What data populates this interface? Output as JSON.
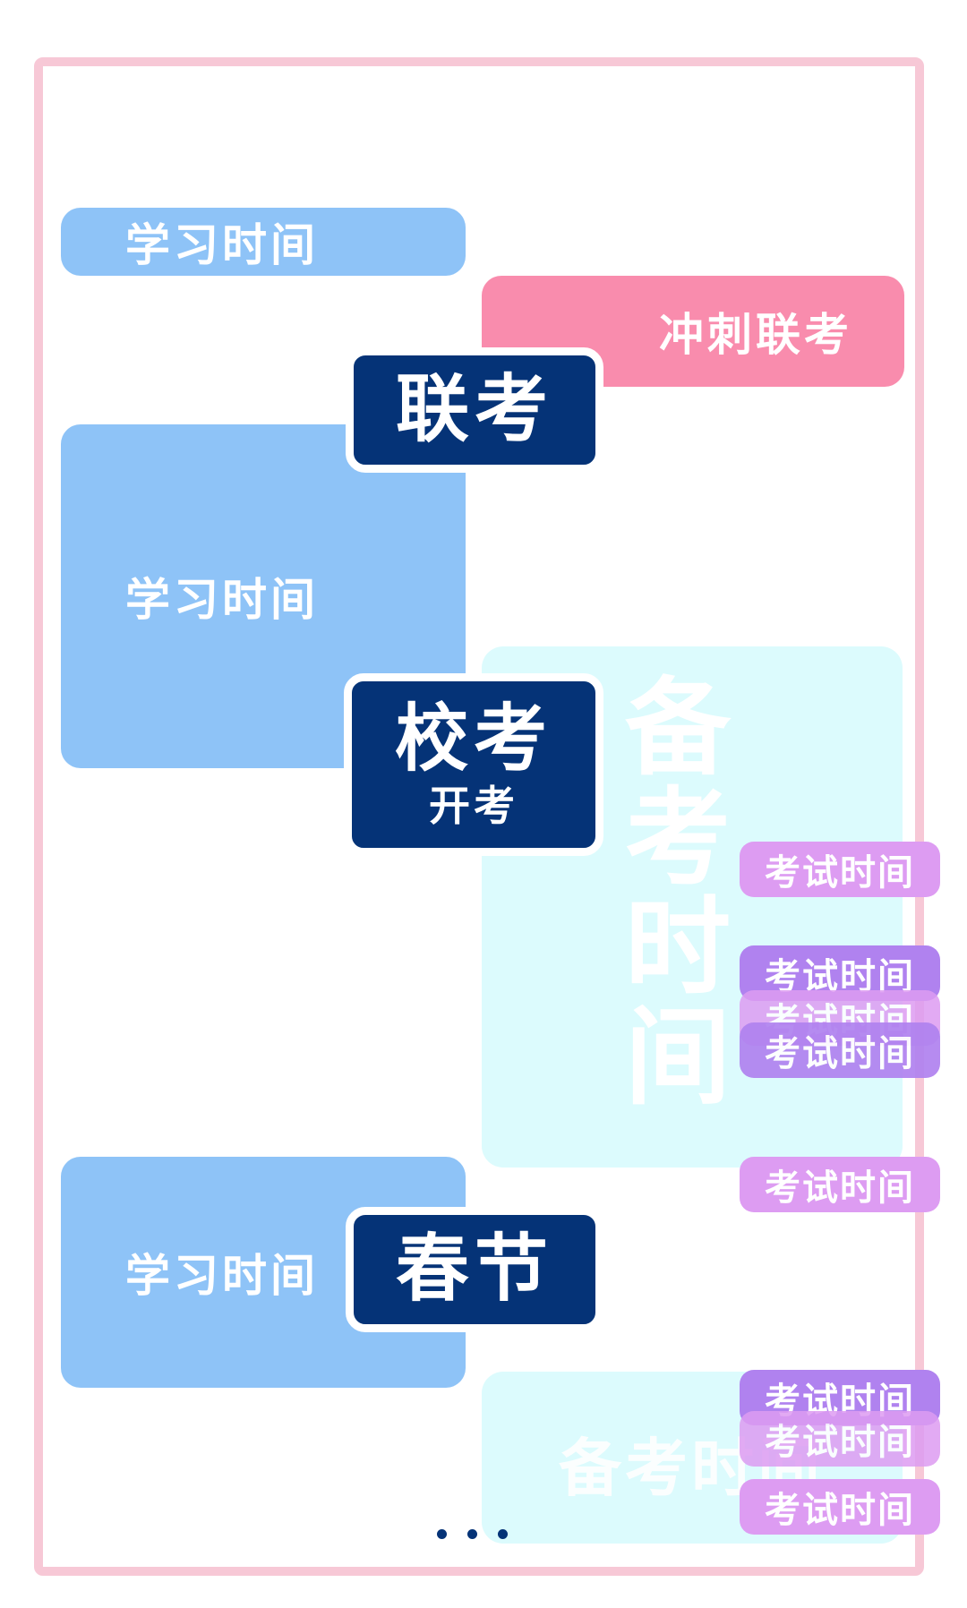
{
  "diagram": {
    "study_blocks": [
      "学习时间",
      "学习时间",
      "学习时间"
    ],
    "sprint_label": "冲刺联考",
    "milestones": {
      "liankao": "联考",
      "xiaokao_main": "校考",
      "xiaokao_sub": "开考",
      "chunjie": "春节"
    },
    "prep_vertical": [
      "备",
      "考",
      "时",
      "间"
    ],
    "prep_bottom": "备考时间",
    "exam_tags": [
      "考试时间",
      "考试时间",
      "考试时间",
      "考试时间",
      "考试时间",
      "考试时间",
      "考试时间",
      "考试时间"
    ]
  },
  "colors": {
    "study": "#8ec3f7",
    "sprint": "#f98cad",
    "milestone": "#053377",
    "prep": "#dcfbfd",
    "exam_light": "#dd9cf2",
    "exam_dark": "#b082ef",
    "frame": "#f7c8d6"
  }
}
